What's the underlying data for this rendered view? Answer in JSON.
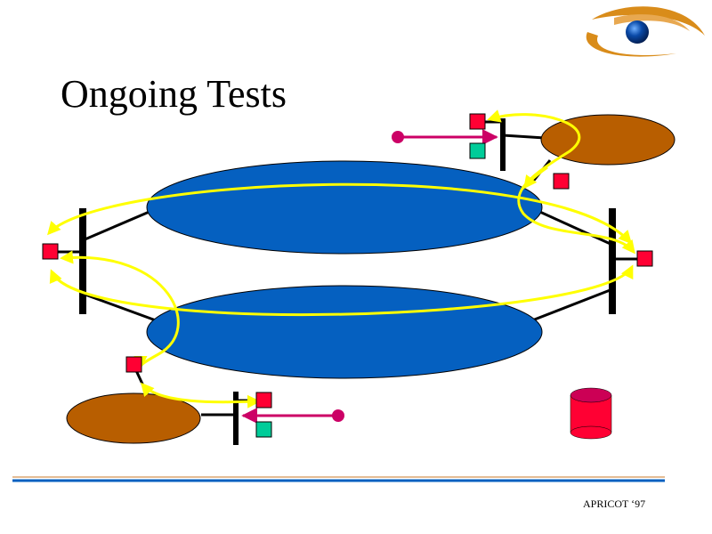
{
  "slide": {
    "title": "Ongoing Tests",
    "footer": "APRICOT ‘97"
  },
  "colors": {
    "network_ellipse": "#0560c0",
    "site_ellipse": "#b85e00",
    "router_node": "#ff0033",
    "host_node": "#00cc99",
    "yellow_path": "#ffff00",
    "magenta_arrow": "#cc0066",
    "rule_blue": "#0560c0",
    "rule_orange": "#c87a2a",
    "logo_orange": "#d98c1a",
    "logo_globe": "#0a4aa8"
  },
  "icons": {
    "logo": "eye-globe-logo",
    "database": "database-cylinder-icon"
  }
}
